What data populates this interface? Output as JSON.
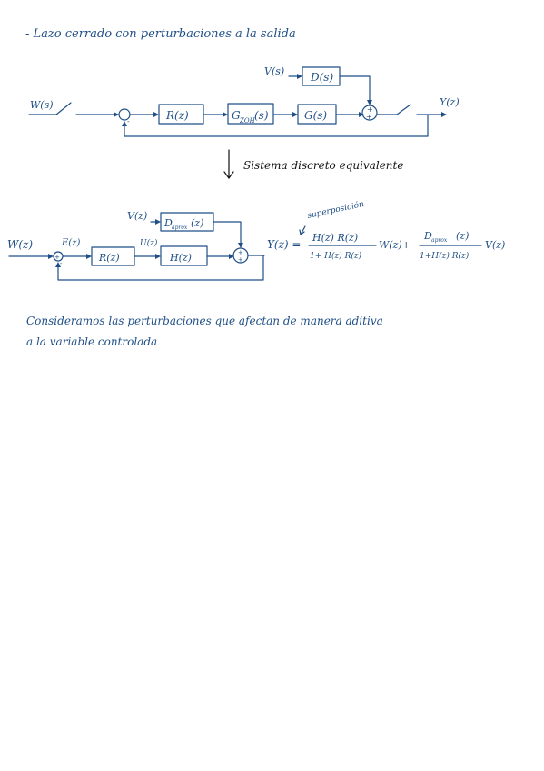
{
  "title": "- Lazo cerrado con perturbaciones a la salida",
  "diagram1": {
    "input": "W(s)",
    "disturbance": "V(s)",
    "disturbance_block": "D(s)",
    "blocks": [
      "R(z)",
      "G",
      "ZOH",
      "(s)",
      "G(s)"
    ],
    "output": "Y(z)",
    "sum_sign": "+",
    "sum_sign_neg": "-",
    "sum2_top": "+",
    "sum2_bottom": "+"
  },
  "transition": "Sistema discreto equivalente",
  "diagram2": {
    "input": "W(z)",
    "error": "E(z)",
    "control": "U(z)",
    "disturbance": "V(z)",
    "disturbance_block_main": "D",
    "disturbance_block_sub": "aprox",
    "disturbance_block_arg": "(z)",
    "block_r": "R(z)",
    "block_h": "H(z)",
    "output": "Y(z) =",
    "sum_sign": "+",
    "sum_sign_neg": "-",
    "sum2_top": "+",
    "sum2_bottom": "+"
  },
  "equation": {
    "annotation": "superposición",
    "frac1_num": "H(z) R(z)",
    "frac1_den": "1+ H(z) R(z)",
    "term1": "W(z)+",
    "frac2_num_main": "D",
    "frac2_num_sub": "aprox",
    "frac2_num_arg": "(z)",
    "frac2_den": "1+H(z) R(z)",
    "term2": "V(z)"
  },
  "note": {
    "line1": "Consideramos las perturbaciones que afectan de manera aditiva",
    "line2": "a la variable controlada"
  }
}
